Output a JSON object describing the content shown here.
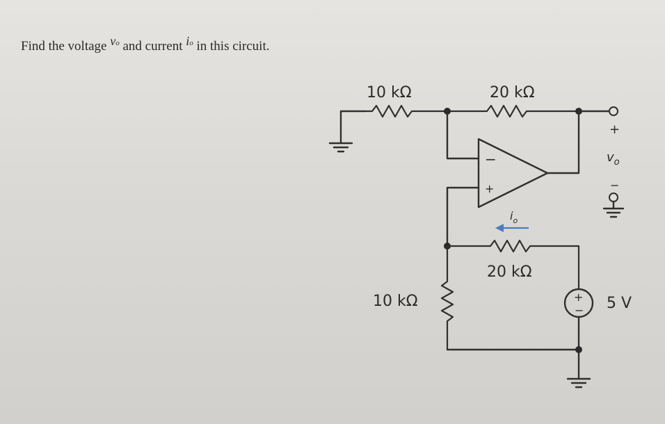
{
  "question": {
    "prefix": "Find the voltage",
    "var_v": "v",
    "sub_v": "o",
    "middle": "and current",
    "var_i": "i",
    "sub_i": "o",
    "suffix": "in this circuit."
  },
  "circuit": {
    "r_top_left": "10 kΩ",
    "r_top_right": "20 kΩ",
    "r_middle": "20 kΩ",
    "r_bottom_left": "10 kΩ",
    "source": "5 V",
    "source_plus": "+",
    "source_minus": "−",
    "opamp_minus": "−",
    "opamp_plus": "+",
    "current_label": "io",
    "output_label": "vo",
    "output_plus": "+",
    "output_minus": "−",
    "arrow_color": "#4a7cc0"
  }
}
